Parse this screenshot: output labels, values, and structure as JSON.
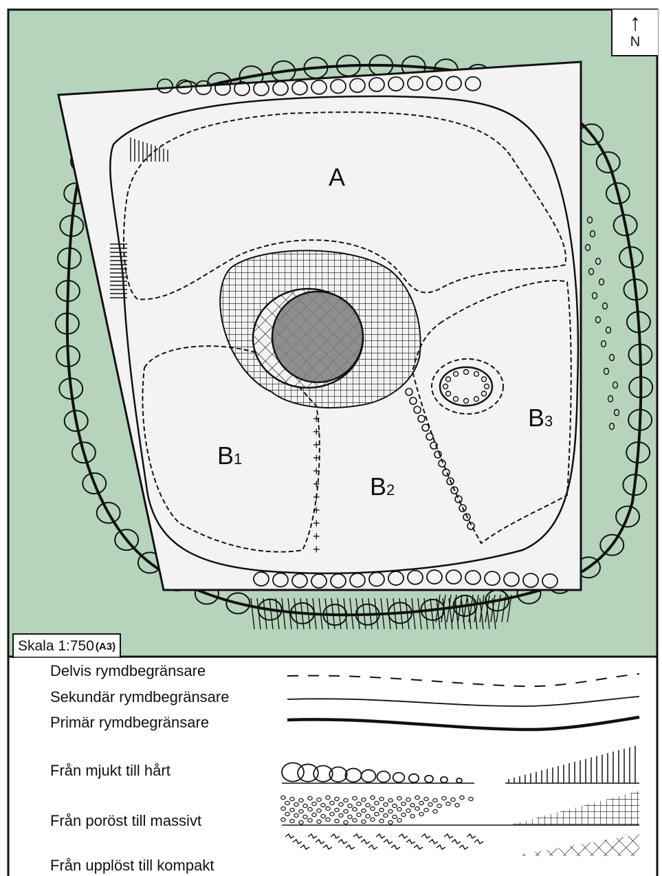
{
  "colors": {
    "background": "#b6d4bc",
    "area": "#f3f3f3",
    "core": "#7b7b7b",
    "ink": "#111111"
  },
  "north": {
    "arrow": "↑",
    "letter": "N"
  },
  "scale": {
    "text": "Skala 1:750",
    "format": "(A3)"
  },
  "zones": [
    {
      "id": "A",
      "label": "A",
      "sub": ""
    },
    {
      "id": "B1",
      "label": "B",
      "sub": "1"
    },
    {
      "id": "B2",
      "label": "B",
      "sub": "2"
    },
    {
      "id": "B3",
      "label": "B",
      "sub": "3"
    }
  ],
  "legend": [
    {
      "label": "Delvis rymdbegränsare",
      "sample": "dashed-line"
    },
    {
      "label": "Sekundär rymdbegränsare",
      "sample": "thin-line"
    },
    {
      "label": "Primär  rymdbegränsare",
      "sample": "thick-line"
    },
    {
      "label": "Från mjukt till hårt",
      "sample": "loops-to-verticals"
    },
    {
      "label": "Från poröst till massivt",
      "sample": "dots-to-grid"
    },
    {
      "label": "Från upplöst till kompakt",
      "sample": "scribble-to-crosshatch"
    }
  ]
}
